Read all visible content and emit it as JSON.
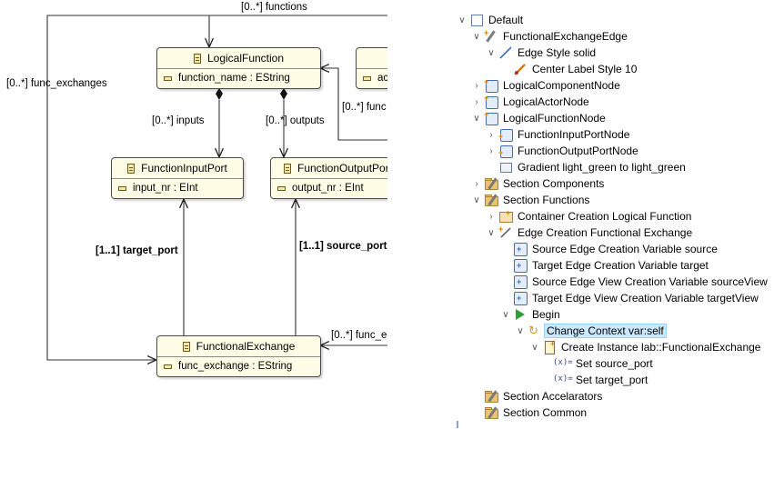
{
  "diagram": {
    "classes": {
      "logical_function": {
        "name": "LogicalFunction",
        "attribute": "function_name : EString"
      },
      "partial_class": {
        "attribute": "ac"
      },
      "function_input_port": {
        "name": "FunctionInputPort",
        "attribute": "input_nr : EInt"
      },
      "function_output_port": {
        "name": "FunctionOutputPort",
        "attribute": "output_nr : EInt"
      },
      "functional_exchange": {
        "name": "FunctionalExchange",
        "attribute": "func_exchange : EString"
      }
    },
    "edge_labels": {
      "functions": "[0..*] functions",
      "func_exchanges": "[0..*] func_exchanges",
      "inputs": "[0..*] inputs",
      "outputs": "[0..*] outputs",
      "func_right": "[0..*] func",
      "target_port": "[1..1] target_port",
      "source_port": "[1..1] source_port",
      "func_e": "[0..*] func_e"
    }
  },
  "tree": {
    "default": "Default",
    "functional_exchange_edge": "FunctionalExchangeEdge",
    "edge_style_solid": "Edge Style solid",
    "center_label_style": "Center Label Style 10",
    "logical_component_node": "LogicalComponentNode",
    "logical_actor_node": "LogicalActorNode",
    "logical_function_node": "LogicalFunctionNode",
    "function_input_port_node": "FunctionInputPortNode",
    "function_output_port_node": "FunctionOutputPortNode",
    "gradient": "Gradient light_green to light_green",
    "section_components": "Section Components",
    "section_functions": "Section Functions",
    "container_creation": "Container Creation Logical Function",
    "edge_creation": "Edge Creation Functional Exchange",
    "source_edge_creation_variable": "Source Edge Creation Variable source",
    "target_edge_creation_variable": "Target Edge Creation Variable target",
    "source_edge_view_creation_variable": "Source Edge View Creation Variable sourceView",
    "target_edge_view_creation_variable": "Target Edge View Creation Variable targetView",
    "begin": "Begin",
    "change_context": "Change Context var:self",
    "create_instance": "Create Instance lab::FunctionalExchange",
    "set_source_port": "Set source_port",
    "set_target_port": "Set target_port",
    "var_glyph": "(x)=",
    "section_accelerators": "Section Accelarators",
    "section_common": "Section Common"
  }
}
